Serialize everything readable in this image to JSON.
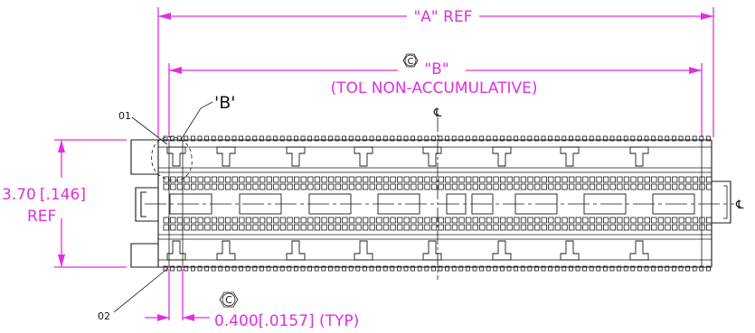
{
  "drawing": {
    "dim_a_label": "\"A\" REF",
    "dim_b_label": "\"B\"",
    "dim_b_note": "(TOL NON-ACCUMULATIVE)",
    "critical_symbol": "C",
    "detail_label": "'B'",
    "centerline_symbol": "℄",
    "height_value": "3.70",
    "height_alt": "[.146]",
    "height_ref": "REF",
    "pitch_label": "0.400[.0157] (TYP)",
    "pin_first": "01",
    "pin_second": "02"
  },
  "colors": {
    "dimension": "#e02fe0",
    "outline": "#1a1a1a",
    "background": "#ffffff"
  }
}
